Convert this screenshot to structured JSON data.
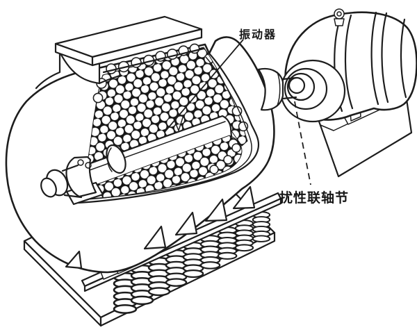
{
  "figure": {
    "type": "technical-illustration",
    "subject": "vibratory ball mill cutaway",
    "background_color": "#ffffff",
    "ink_color": "#1d1d1d",
    "labels": {
      "vibrator": "振动器",
      "flexible_coupling": "扰性联轴节"
    }
  }
}
